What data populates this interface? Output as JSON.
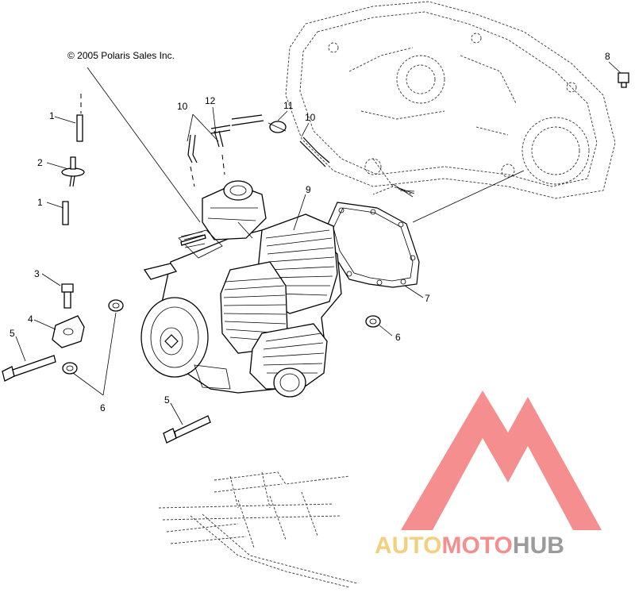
{
  "copyright": "© 2005 Polaris Sales Inc.",
  "callouts": {
    "c1a": "1",
    "c1b": "1",
    "c2": "2",
    "c3": "3",
    "c4": "4",
    "c5a": "5",
    "c5b": "5",
    "c6a": "6",
    "c6b": "6",
    "c7": "7",
    "c8": "8",
    "c9": "9",
    "c10a": "10",
    "c10b": "10",
    "c11": "11",
    "c12": "12"
  },
  "watermark": {
    "part1": "AUTO",
    "part2": "MOTO",
    "part3": "HUB",
    "color_part1": "#f2c86b",
    "color_part2": "#f47c7c",
    "color_part3": "#8a8a8a",
    "logo_color": "#f47c7c"
  }
}
